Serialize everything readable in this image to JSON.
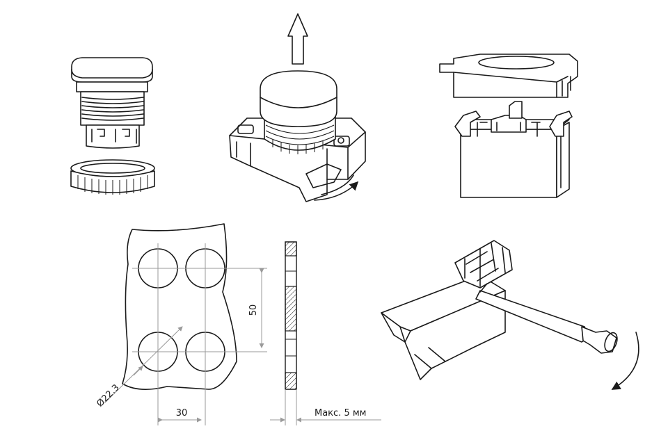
{
  "dimensions": {
    "hole_spacing_vertical": "50",
    "hole_spacing_horizontal": "30",
    "hole_diameter": "Ø22.3",
    "panel_thickness": "Макс. 5 мм"
  },
  "colors": {
    "line": "#1a1a1a",
    "dimension_line": "#9a9a9a",
    "hatch": "#1a1a1a"
  }
}
